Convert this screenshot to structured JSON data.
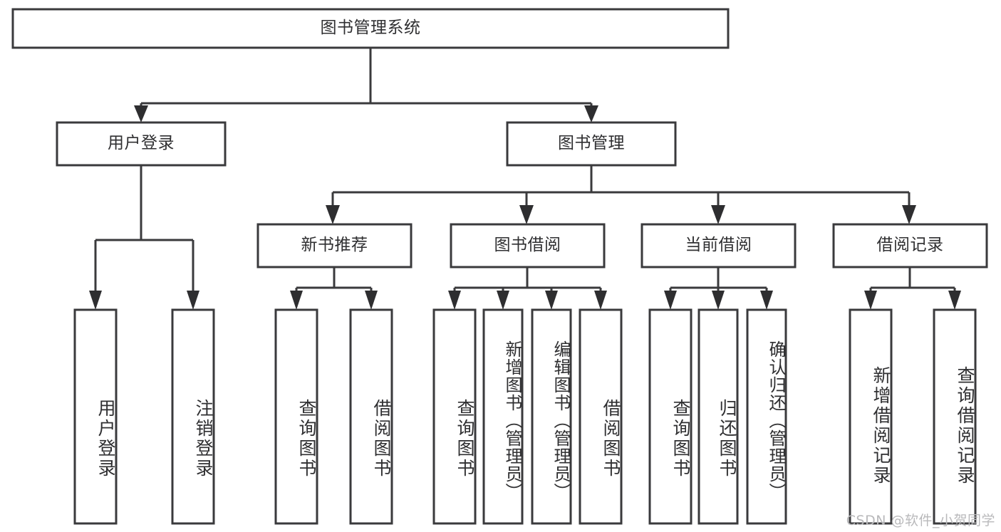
{
  "diagram": {
    "title": "图书管理系统",
    "type": "hierarchy-tree",
    "watermark": "CSDN @软件_小贺同学",
    "colors": {
      "box_stroke": "#3a3a3c",
      "box_fill": "#ffffff",
      "text": "#2f2f31",
      "background": "#ffffff",
      "watermark": "#b9b9bb"
    },
    "root": {
      "label": "图书管理系统"
    },
    "level2": [
      {
        "label": "用户登录"
      },
      {
        "label": "图书管理"
      }
    ],
    "level3": [
      {
        "label": "新书推荐"
      },
      {
        "label": "图书借阅"
      },
      {
        "label": "当前借阅"
      },
      {
        "label": "借阅记录"
      }
    ],
    "leaves": {
      "user_login": [
        {
          "label": "用户登录"
        },
        {
          "label": "注销登录"
        }
      ],
      "new_book_recommend": [
        {
          "label": "查询图书"
        },
        {
          "label": "借阅图书"
        }
      ],
      "book_borrow": [
        {
          "label": "查询图书"
        },
        {
          "label": "新增图书（管理员）"
        },
        {
          "label": "编辑图书（管理员）"
        },
        {
          "label": "借阅图书"
        }
      ],
      "current_borrow": [
        {
          "label": "查询图书"
        },
        {
          "label": "归还图书"
        },
        {
          "label": "确认归还（管理员）"
        }
      ],
      "borrow_record": [
        {
          "label": "新增借阅记录"
        },
        {
          "label": "查询借阅记录"
        }
      ]
    }
  }
}
